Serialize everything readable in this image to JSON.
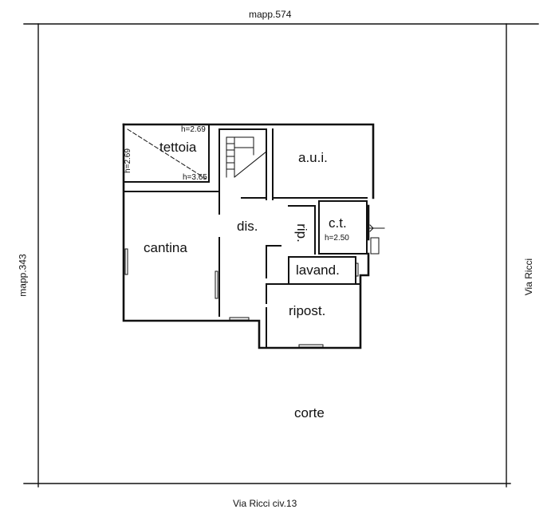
{
  "boundary": {
    "north": "mapp.574",
    "west": "mapp.343",
    "east": "Via Ricci",
    "south": "Via Ricci civ.13"
  },
  "rooms": {
    "tettoia": "tettoia",
    "aui": "a.u.i.",
    "dis": "dis.",
    "cantina": "cantina",
    "rip": "rip.",
    "ct": "c.t.",
    "lavand": "lavand.",
    "ripost": "ripost.",
    "corte": "corte"
  },
  "heights": {
    "tettoia_top": "h=2.69",
    "tettoia_left": "h=2.69",
    "tettoia_diag": "h=3.65",
    "ct": "h=2.50"
  }
}
